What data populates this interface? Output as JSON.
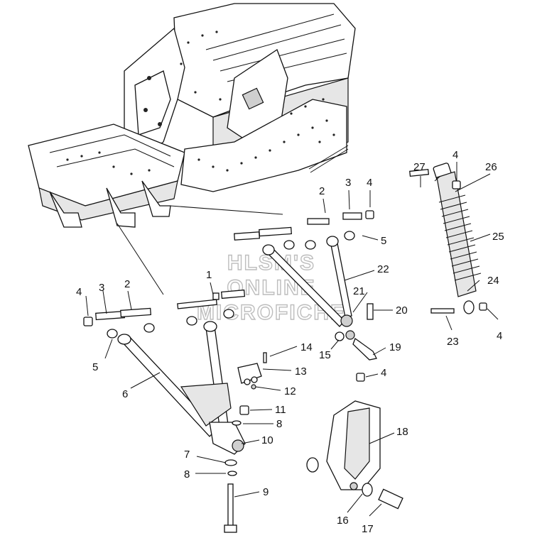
{
  "watermark": [
    "HLSM'S",
    "ONLINE",
    "MICROFICHE"
  ],
  "callouts": {
    "c1": "1",
    "c2a": "2",
    "c2b": "2",
    "c3a": "3",
    "c3b": "3",
    "c4a": "4",
    "c4b": "4",
    "c4c": "4",
    "c4d": "4",
    "c4e": "4",
    "c5a": "5",
    "c5b": "5",
    "c6": "6",
    "c7": "7",
    "c8a": "8",
    "c8b": "8",
    "c9": "9",
    "c10": "10",
    "c11": "11",
    "c12": "12",
    "c13": "13",
    "c14": "14",
    "c15": "15",
    "c16": "16",
    "c17": "17",
    "c18": "18",
    "c19": "19",
    "c20": "20",
    "c21": "21",
    "c22": "22",
    "c23": "23",
    "c24": "24",
    "c25": "25",
    "c26": "26",
    "c27": "27"
  }
}
